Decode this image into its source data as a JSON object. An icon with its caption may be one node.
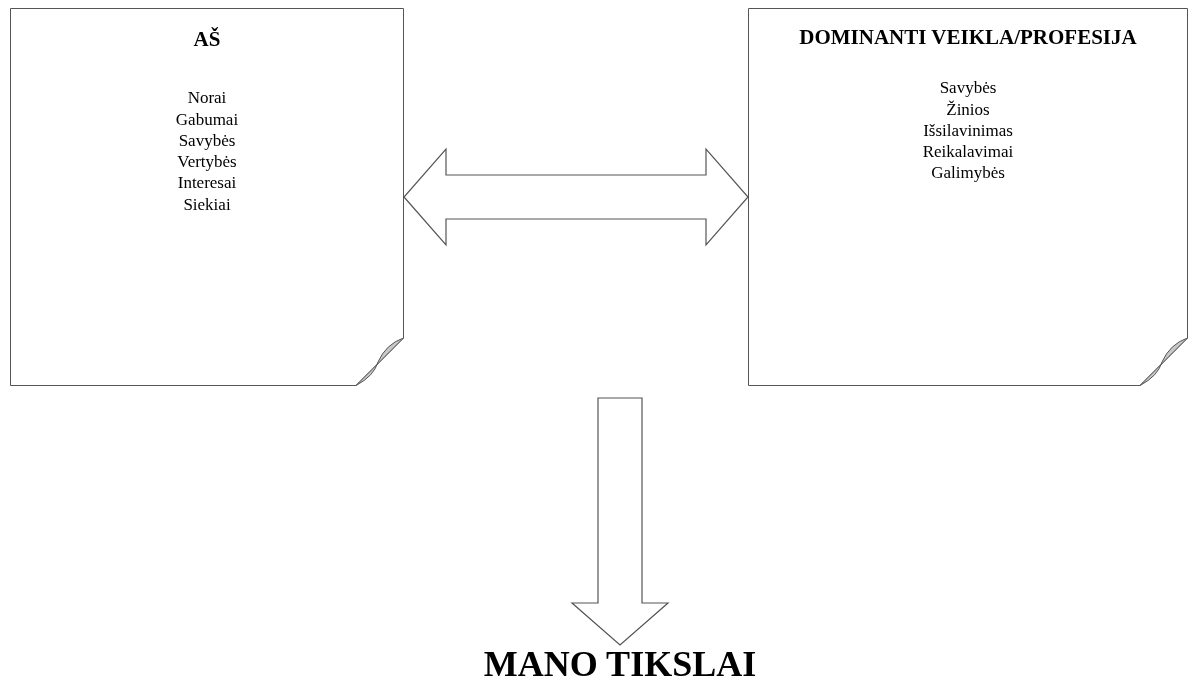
{
  "diagram": {
    "nodes": [
      {
        "text": [
          "AŠ",
          "Norai",
          "Gabumai",
          "Savybės",
          "Vertybės",
          "Interesai",
          "Siekiai"
        ]
      },
      {
        "text": [
          "DOMINANTI VEIKLA/PROFESIJA",
          "Savybės",
          "Žinios",
          "Išsilavinimas",
          "Reikalavimai",
          "Galimybės"
        ]
      },
      {
        "text": [
          "MANO TIKSLAI"
        ]
      }
    ],
    "edges": [
      {
        "from": 0,
        "to": 1,
        "arrow": "both"
      },
      {
        "from": null,
        "to": 2,
        "arrow": "to"
      }
    ]
  }
}
